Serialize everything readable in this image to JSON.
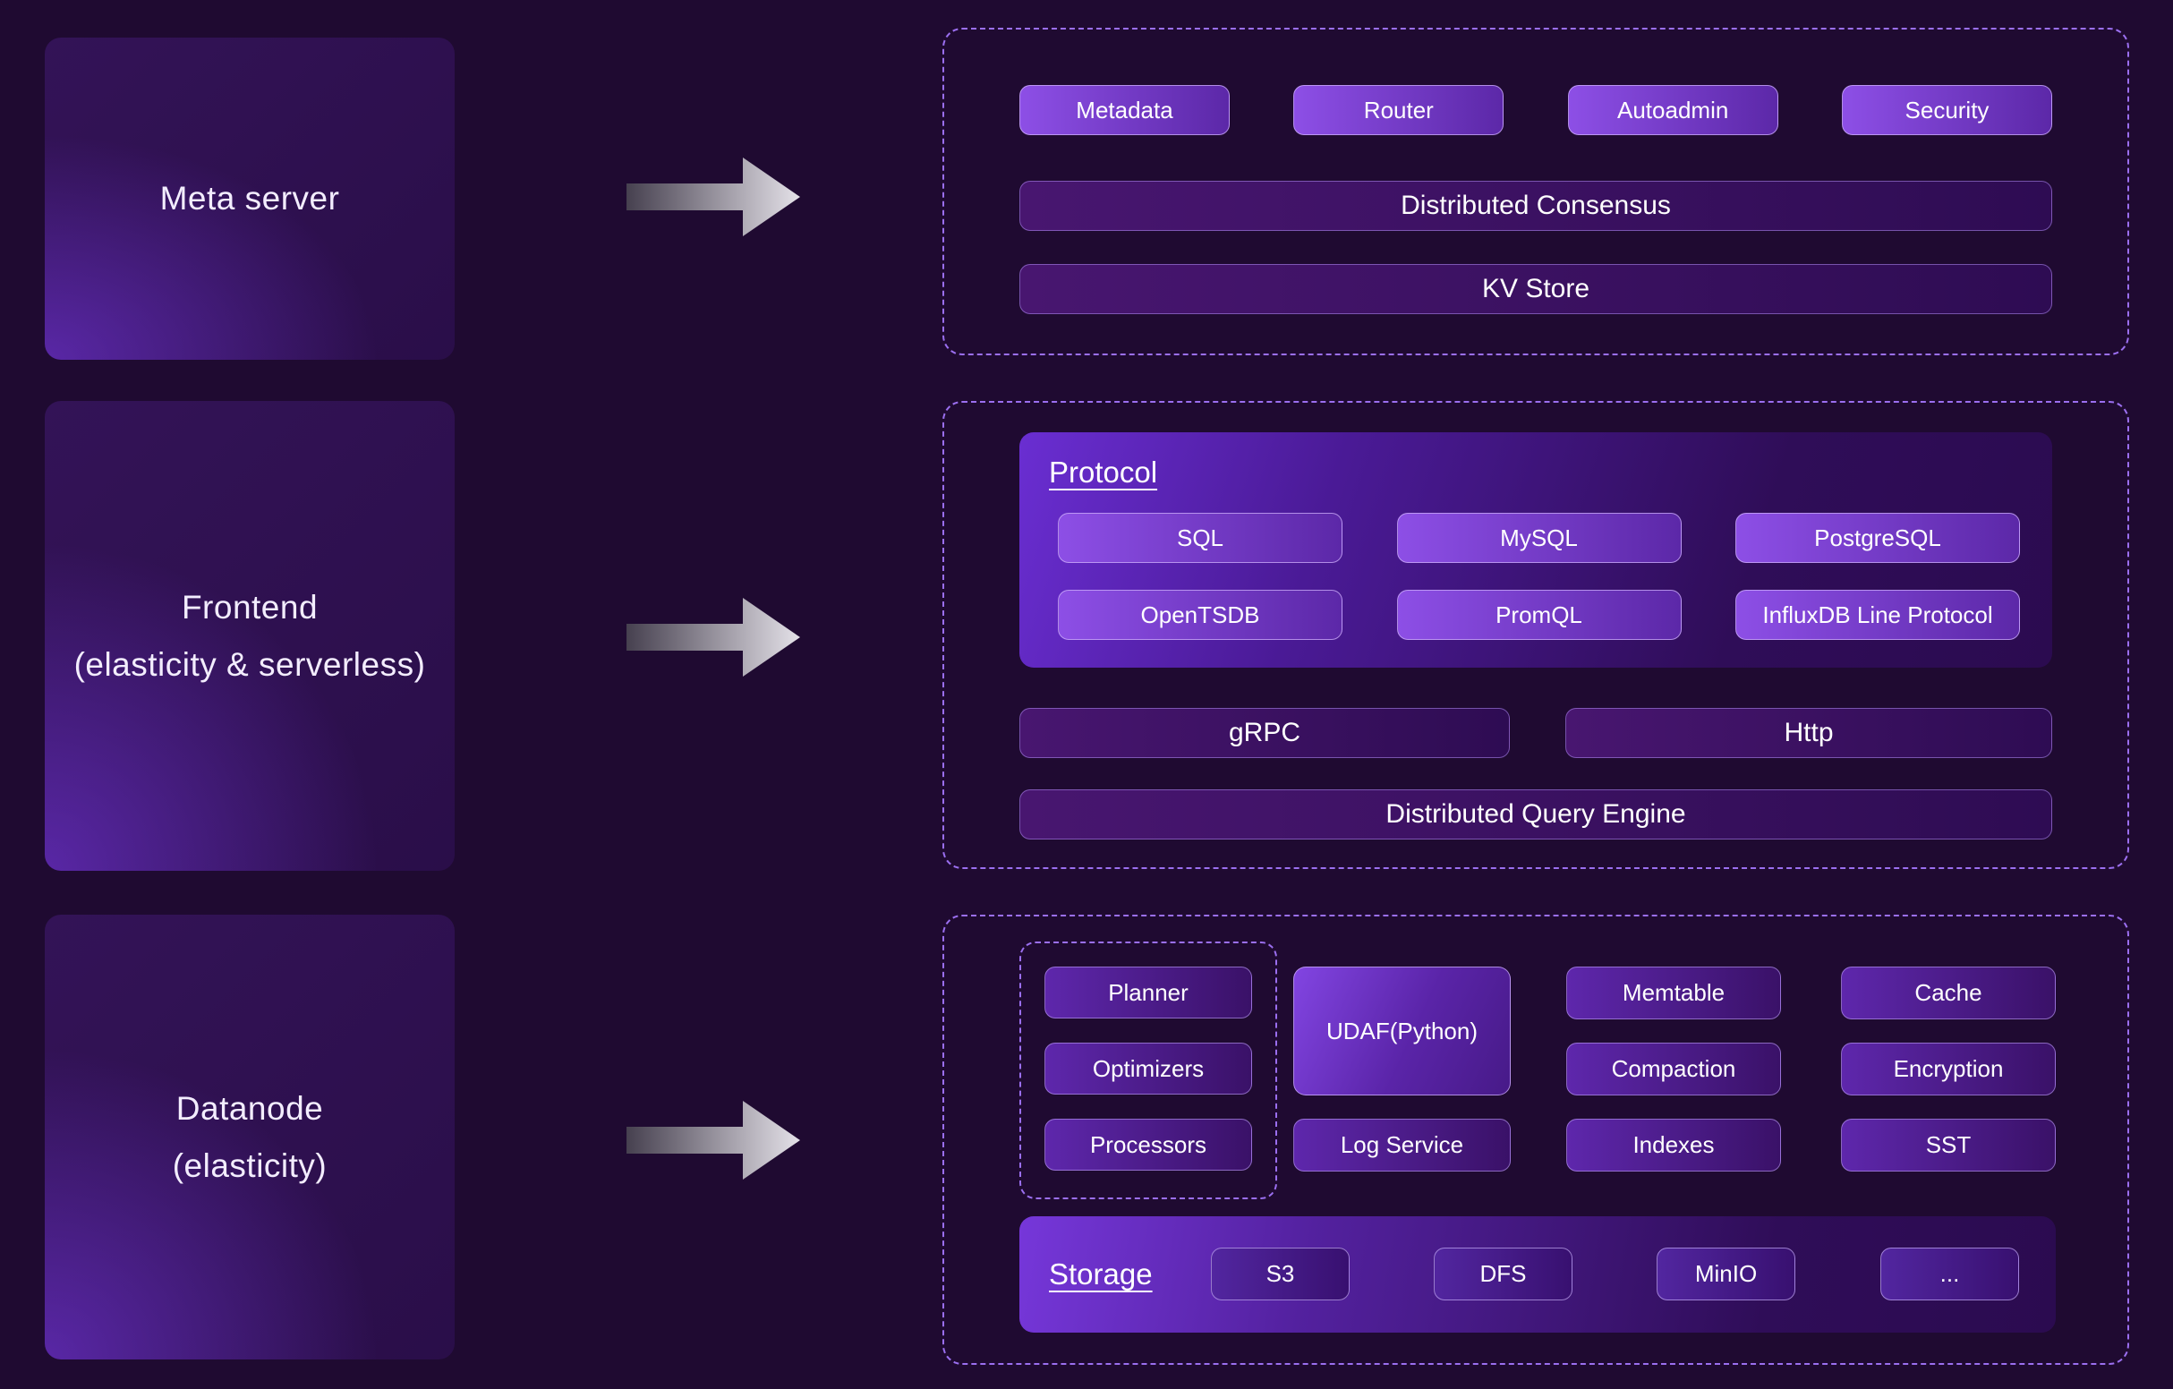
{
  "nodes": {
    "meta": {
      "line1": "Meta server"
    },
    "frontend": {
      "line1": "Frontend",
      "line2": "(elasticity & serverless)"
    },
    "datanode": {
      "line1": "Datanode",
      "line2": "(elasticity)"
    }
  },
  "meta_section": {
    "components": [
      "Metadata",
      "Router",
      "Autoadmin",
      "Security"
    ],
    "consensus_bar": "Distributed Consensus",
    "kv_store_bar": "KV Store"
  },
  "frontend_section": {
    "protocol_title": "Protocol",
    "protocols": [
      "SQL",
      "MySQL",
      "PostgreSQL",
      "OpenTSDB",
      "PromQL",
      "InfluxDB Line Protocol"
    ],
    "grpc_bar": "gRPC",
    "http_bar": "Http",
    "query_engine_bar": "Distributed Query Engine"
  },
  "datanode_section": {
    "query_components": [
      "Planner",
      "Optimizers",
      "Processors"
    ],
    "udaf_box": "UDAF(Python)",
    "log_service": "Log Service",
    "memory_components": [
      "Memtable",
      "Compaction",
      "Indexes"
    ],
    "file_components": [
      "Cache",
      "Encryption",
      "SST"
    ],
    "storage_title": "Storage",
    "storage_backends": [
      "S3",
      "DFS",
      "MinIO",
      "..."
    ]
  },
  "icons": {
    "flow_arrow": "right-arrow"
  },
  "colors": {
    "background": "#1f0a31",
    "dashed_border": "#9b6ff0",
    "accent_purple": "#7c3aed",
    "text": "#ffffff"
  }
}
